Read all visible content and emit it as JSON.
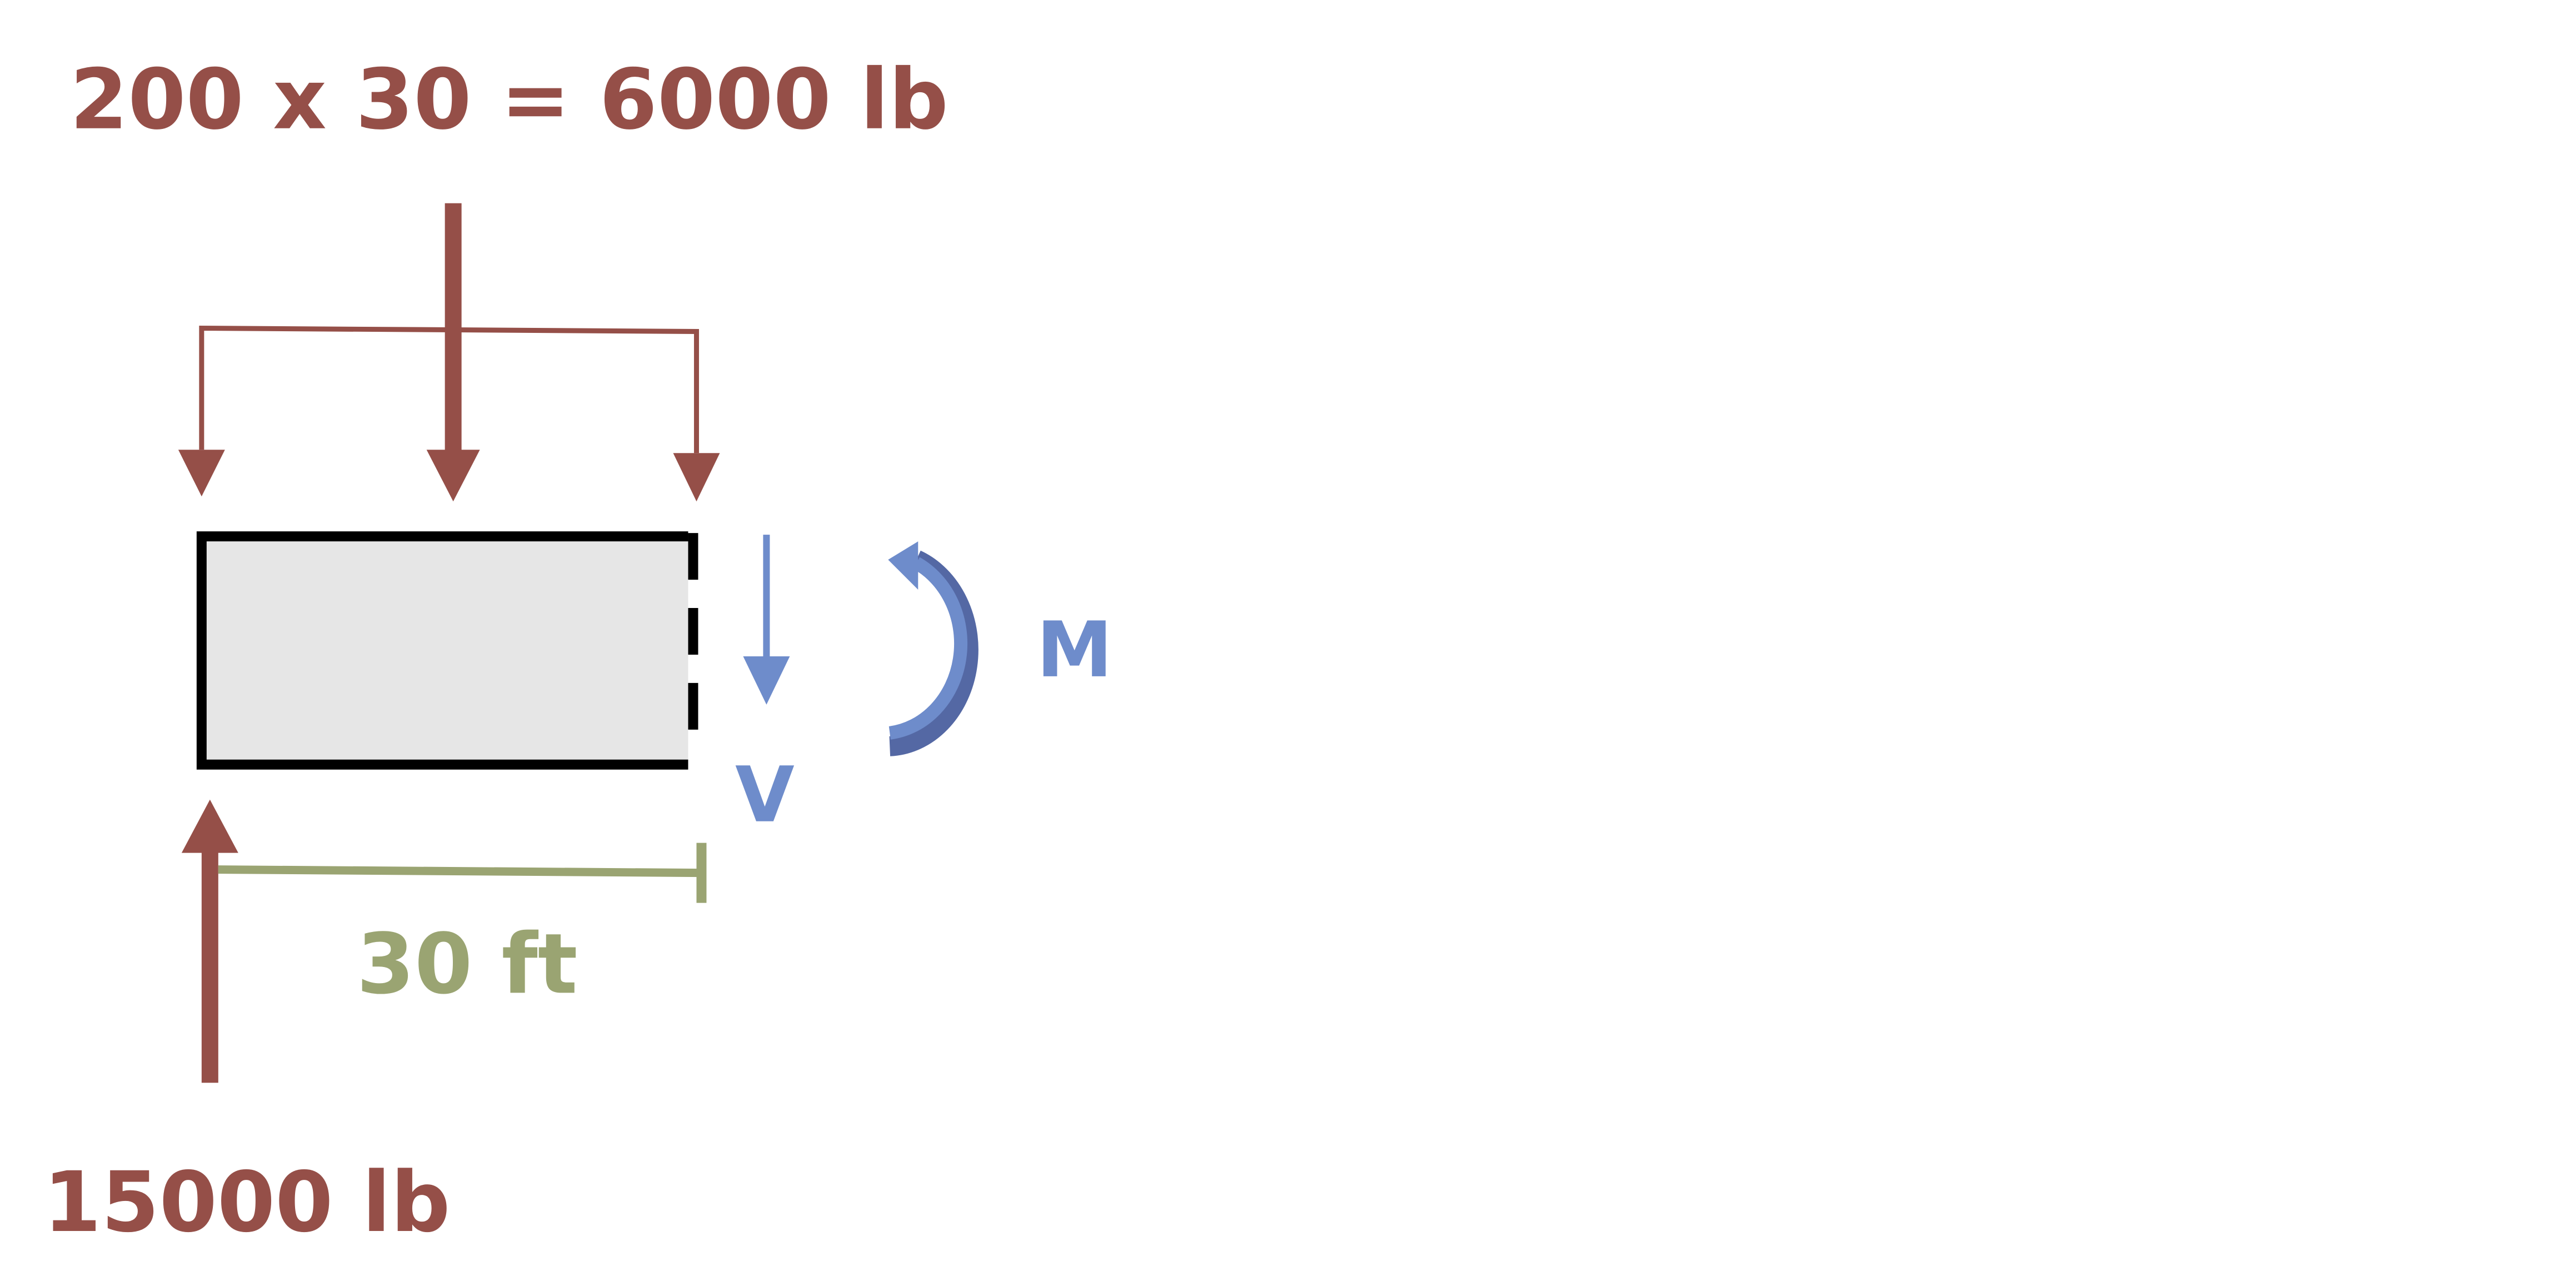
{
  "labels": {
    "distributed_load": "200 x 30 = 6000 lb",
    "reaction": "15000 lb",
    "length": "30 ft",
    "shear": "V",
    "moment": "M"
  },
  "colors": {
    "load": "#954f48",
    "internal": "#6e8ccb",
    "moment_dark": "#5468a4",
    "dimension": "#9aa472",
    "beam_fill": "#e6e6e6",
    "beam_outline": "#000000"
  }
}
